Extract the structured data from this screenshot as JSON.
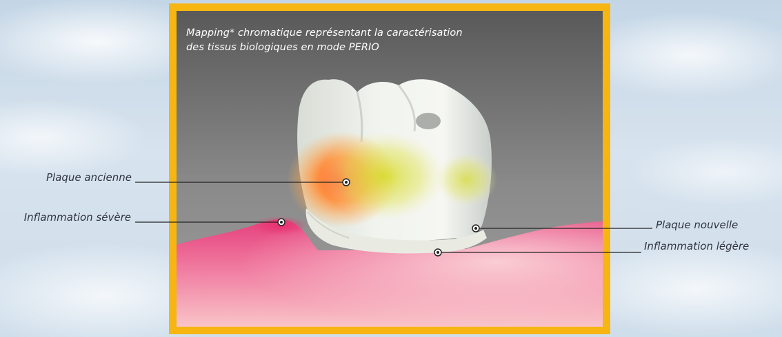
{
  "caption": {
    "line1": "Mapping* chromatique représentant la caractérisation",
    "line2": "des tissus biologiques en mode PERIO"
  },
  "labels": {
    "plaque_ancienne": "Plaque ancienne",
    "inflammation_severe": "Inflammation sévère",
    "plaque_nouvelle": "Plaque nouvelle",
    "inflammation_legere": "Inflammation légère"
  },
  "colors": {
    "frame_border": "#f7b512",
    "old_plaque": "#ff6a3a",
    "new_plaque": "#d9e23a",
    "severe_inflammation": "#e8306e",
    "gum": "#f4a6b8"
  }
}
